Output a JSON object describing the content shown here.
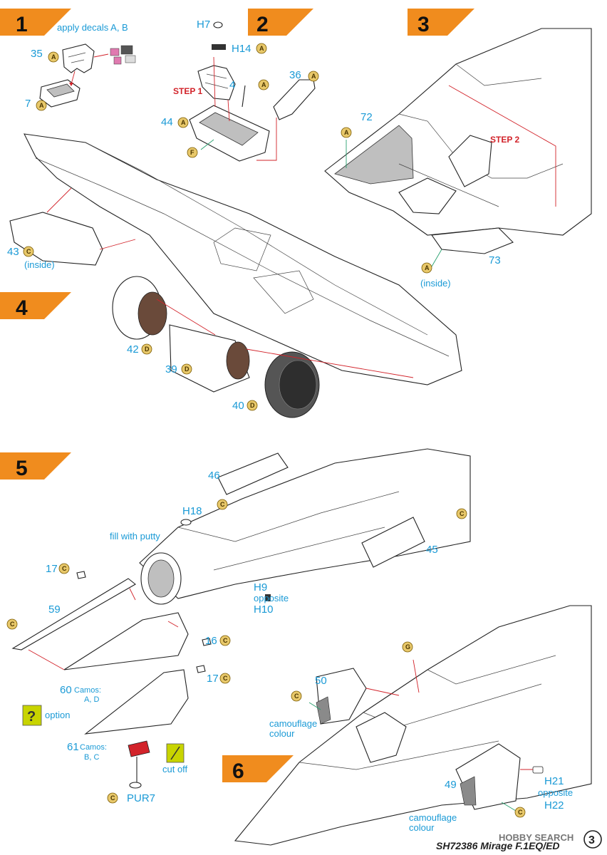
{
  "steps": [
    {
      "number": "1",
      "note": "apply decals A, B"
    },
    {
      "number": "2",
      "ref_label": "STEP 1"
    },
    {
      "number": "3",
      "ref_label": "STEP 2"
    },
    {
      "number": "4"
    },
    {
      "number": "5"
    },
    {
      "number": "6"
    }
  ],
  "parts": {
    "p35": "35",
    "p7": "7",
    "p43": "43",
    "p43_note": "(inside)",
    "h7": "H7",
    "h14": "H14",
    "p4": "4",
    "p36": "36",
    "p44": "44",
    "p72": "72",
    "p73": "73",
    "p73_note": "(inside)",
    "p42": "42",
    "p39": "39",
    "p40": "40",
    "p46": "46",
    "h18": "H18",
    "putty": "fill with putty",
    "p45": "45",
    "p17a": "17",
    "p59": "59",
    "h9": "H9",
    "h9_opp": "opposite",
    "h10": "H10",
    "p16": "16",
    "p17b": "17",
    "p60": "60",
    "p60_camos": "Camos:",
    "p60_camos_val": "A, D",
    "option": "option",
    "p61": "61",
    "p61_camos": "Camos:",
    "p61_camos_val": "B, C",
    "cutoff": "cut off",
    "pur7": "PUR7",
    "p50": "50",
    "p50_c1": "camouflage",
    "p50_c2": "colour",
    "p49": "49",
    "p49_c1": "camouflage",
    "p49_c2": "colour",
    "h21": "H21",
    "h21_opp": "opposite",
    "h22": "H22"
  },
  "sprue_letters": {
    "a": "A",
    "c": "C",
    "d": "D",
    "f": "F",
    "g": "G"
  },
  "option_icon": "question-mark-icon",
  "footer": {
    "title": "SH72386 Mirage F.1EQ/ED",
    "page": "3",
    "watermark": "HOBBY SEARCH"
  },
  "colors": {
    "step_banner": "#f08c1e",
    "part_number": "#1a9ad6",
    "reference": "#d2232a",
    "leader": "#28a06e",
    "option_box": "#c8d400"
  }
}
